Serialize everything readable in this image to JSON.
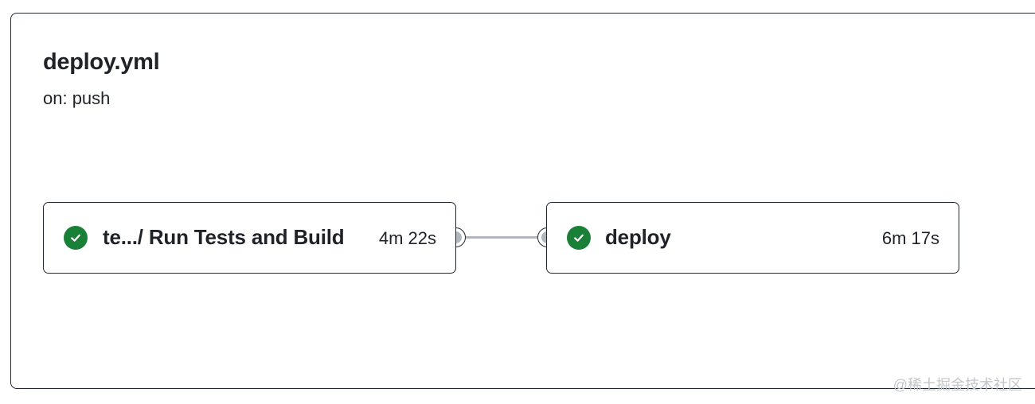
{
  "workflow": {
    "file_name": "deploy.yml",
    "trigger": "on: push"
  },
  "jobs": [
    {
      "name": "te.../ Run Tests and Build",
      "duration": "4m 22s",
      "status": "success",
      "status_icon": "check-circle-icon"
    },
    {
      "name": "deploy",
      "duration": "6m 17s",
      "status": "success",
      "status_icon": "check-circle-icon"
    }
  ],
  "watermark": "@稀土掘金技术社区",
  "colors": {
    "success": "#1a7f37",
    "connector": "#afb8c1",
    "border": "#24292f",
    "text": "#1f2328"
  }
}
